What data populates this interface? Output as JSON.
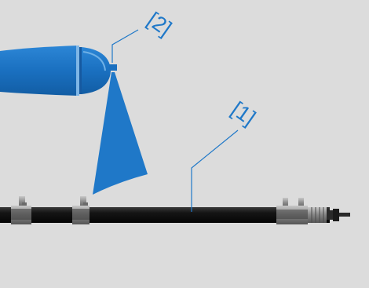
{
  "callouts": [
    {
      "label": "[1]",
      "target": "hose"
    },
    {
      "label": "[2]",
      "target": "spray-nozzle"
    }
  ],
  "icons": [
    "spray-gun-icon",
    "spray-nozzle-icon",
    "spray-cone-icon",
    "hose-icon",
    "hose-clamp-icon",
    "hose-fitting-icon"
  ],
  "colors": {
    "background": "#dcdcdc",
    "accent": "#1f78c8",
    "hose": "#151515",
    "metal": "#8f8f8f"
  }
}
